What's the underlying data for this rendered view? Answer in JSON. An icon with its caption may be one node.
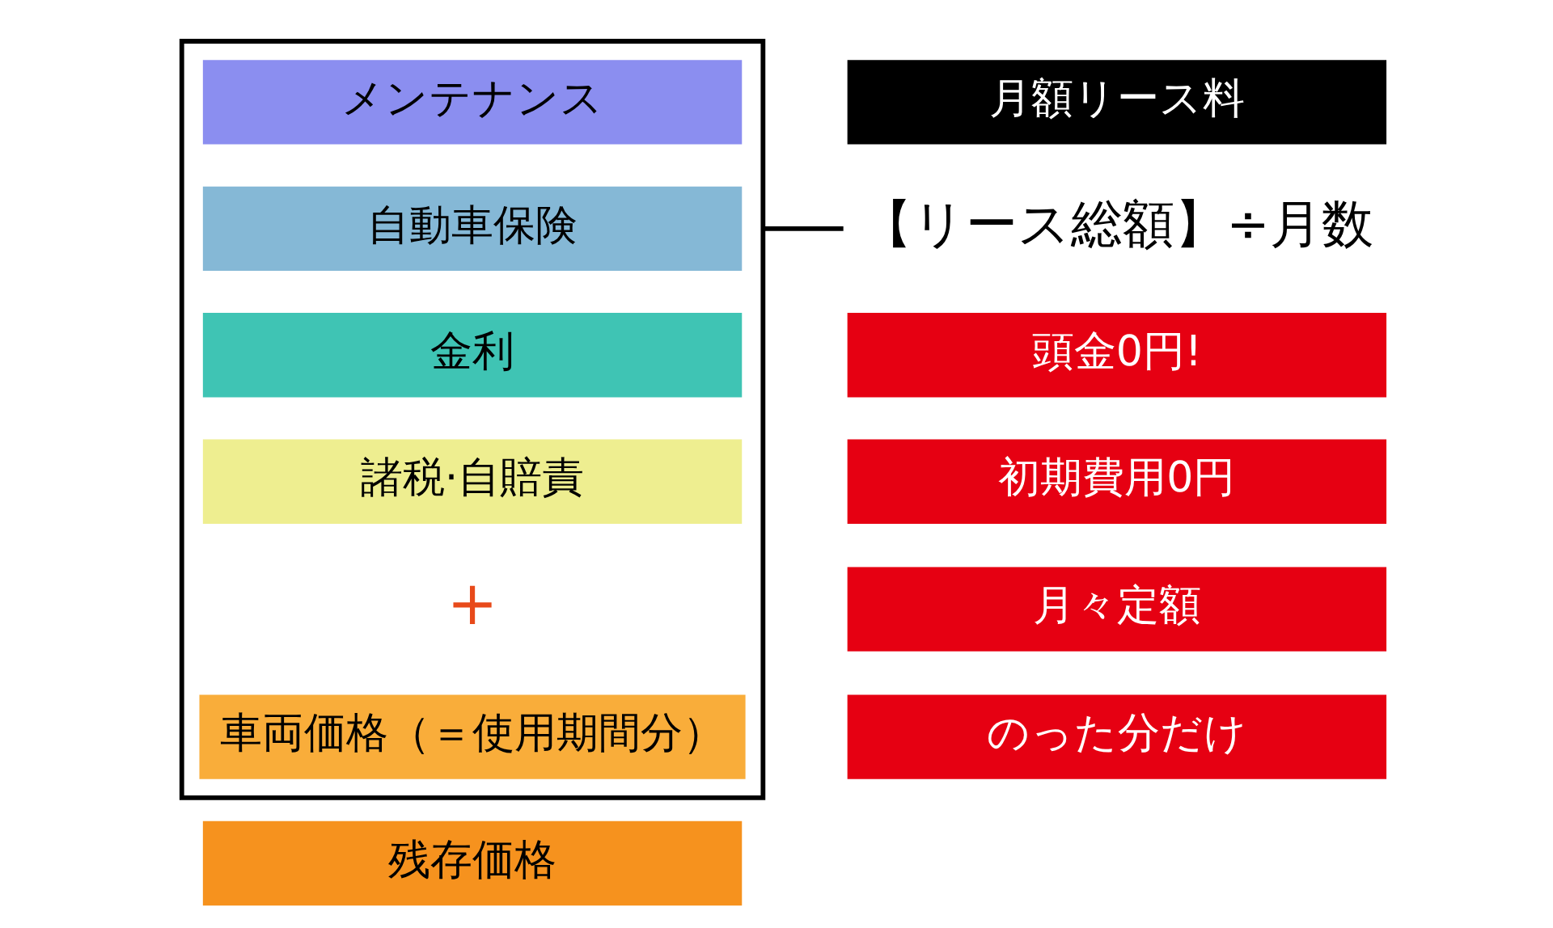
{
  "diagram": {
    "nodes": [
      {
        "text": [],
        "shape": "box"
      },
      {
        "text": [
          "メンテナンス"
        ],
        "in": 0
      },
      {
        "text": [
          "自動車保険"
        ],
        "in": 0
      },
      {
        "text": [
          "金利"
        ],
        "in": 0
      },
      {
        "text": [
          "諸税·自賠責"
        ],
        "in": 0
      },
      {
        "text": [
          "車両価格（＝使用期間分）"
        ],
        "in": 0
      },
      {
        "text": [
          "残存価格"
        ]
      },
      {
        "text": [
          "月額リース料"
        ]
      },
      {
        "text": [
          "【リース総額】÷月数"
        ]
      },
      {
        "text": [
          "頭金0円!"
        ]
      },
      {
        "text": [
          "初期費用0円"
        ]
      },
      {
        "text": [
          "月々定額"
        ]
      },
      {
        "text": [
          "のった分だけ"
        ]
      }
    ],
    "edges": [
      {
        "from": 0,
        "to": 8,
        "arrow": "none"
      }
    ],
    "labels": [
      "+"
    ]
  }
}
